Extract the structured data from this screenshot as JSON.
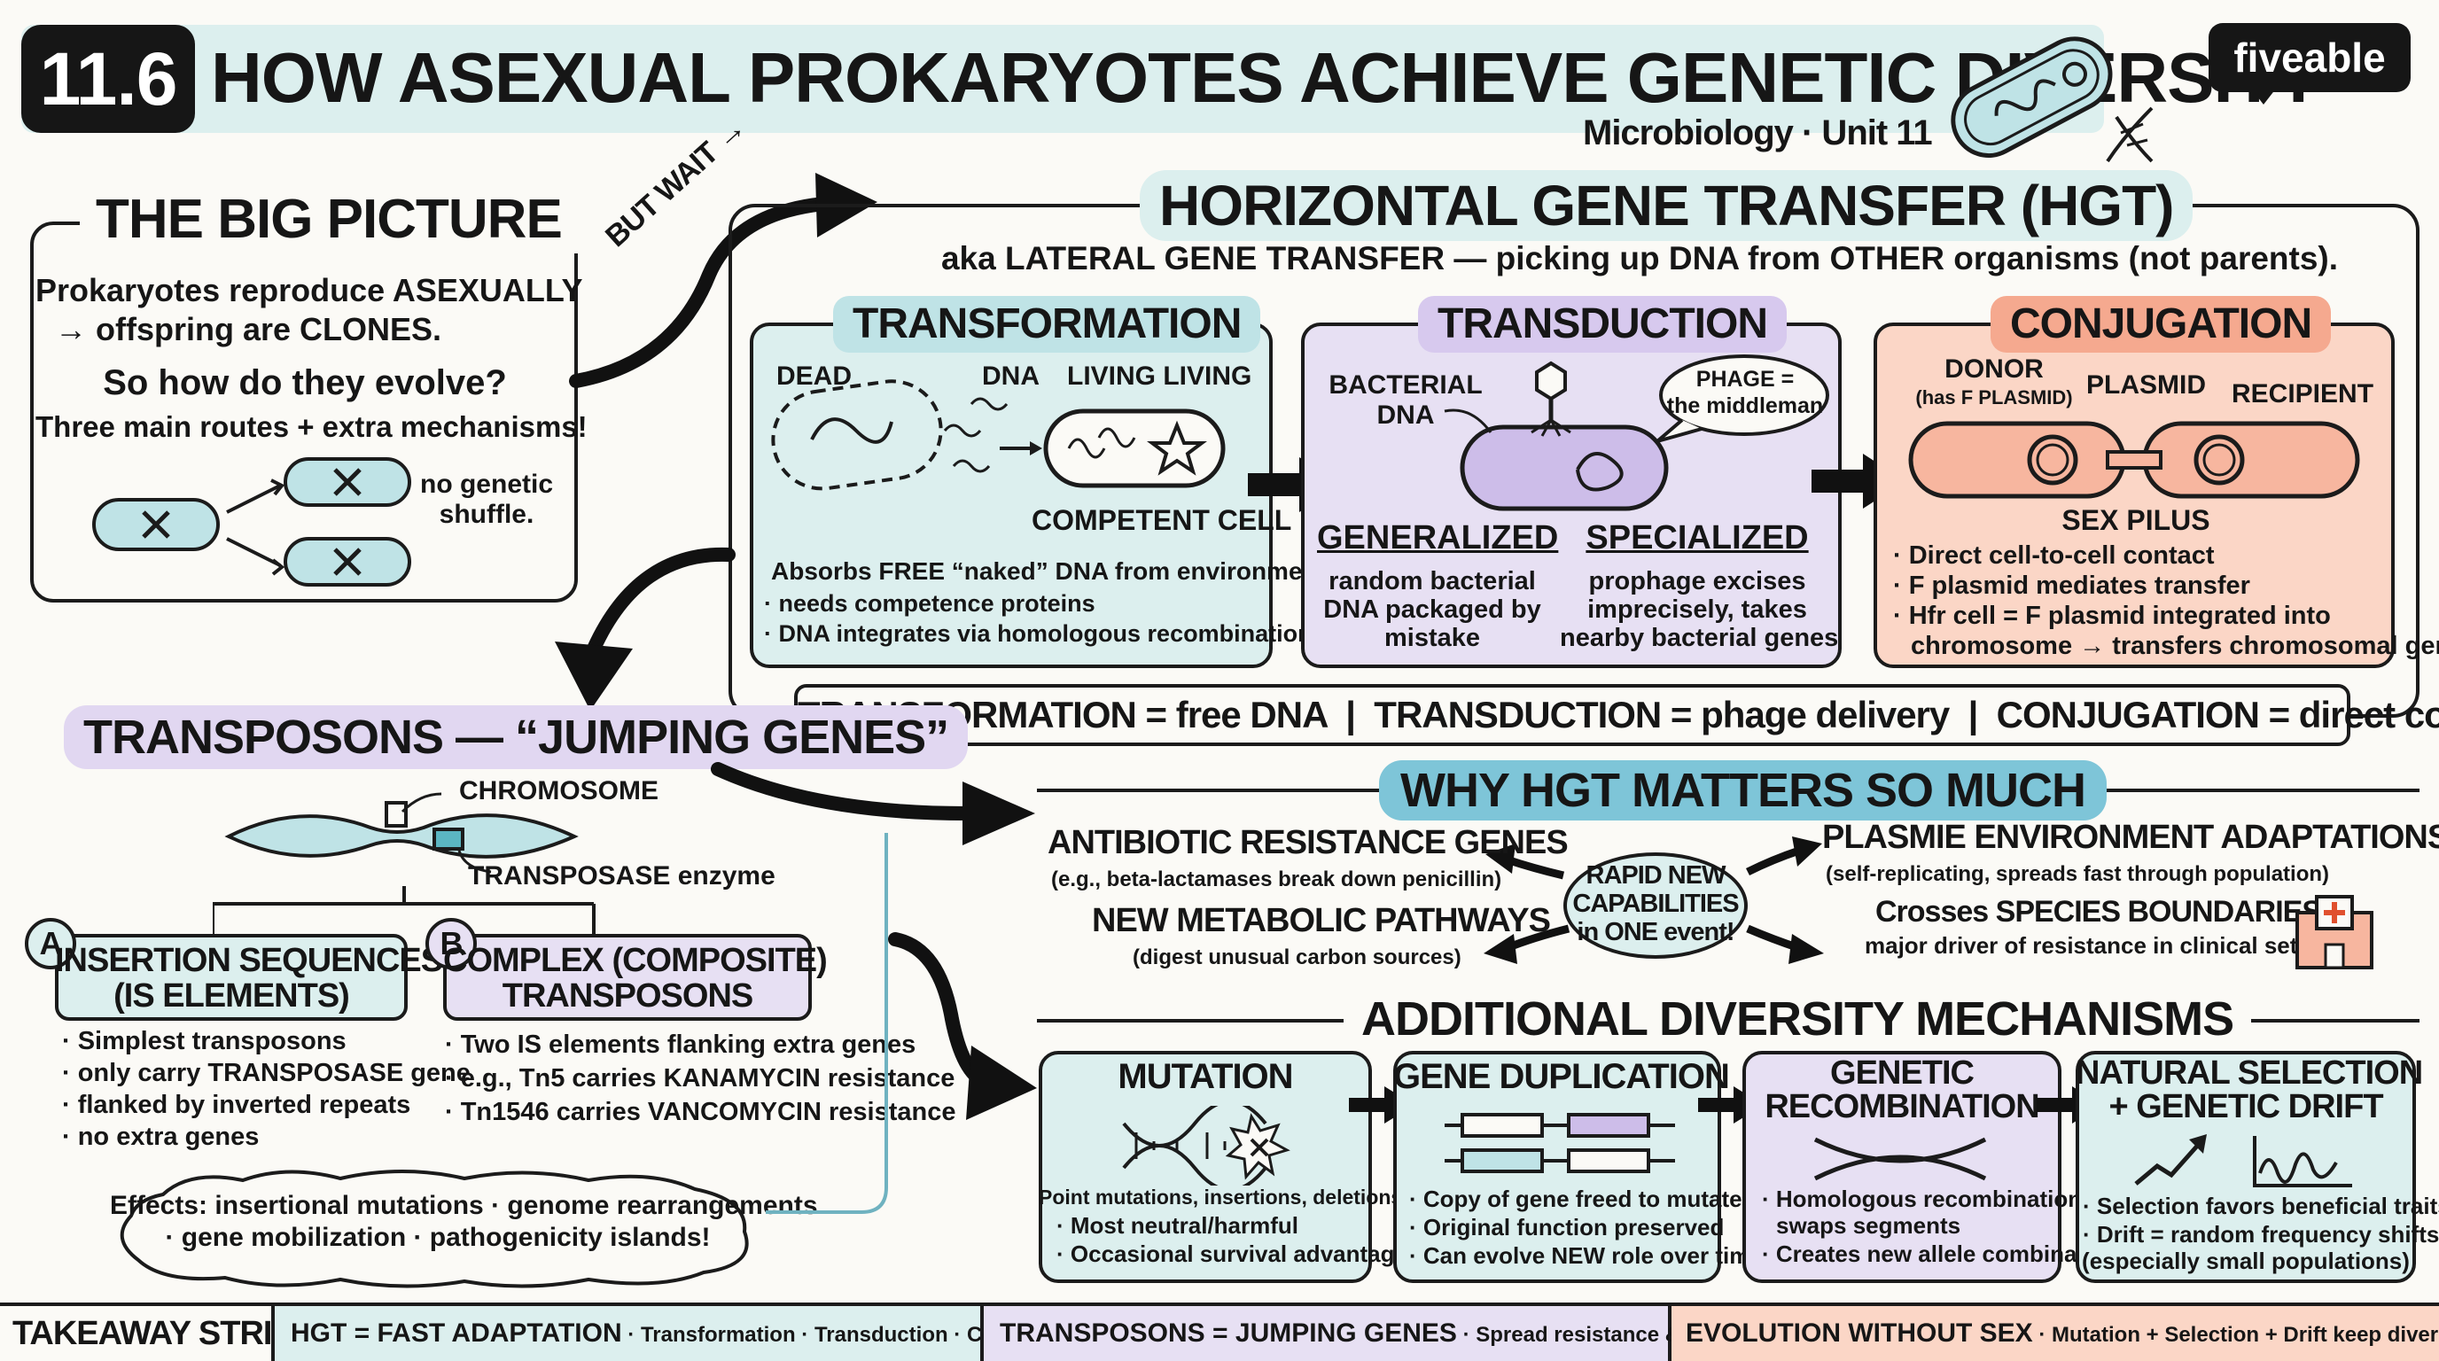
{
  "header": {
    "badge": "11.6",
    "title": "HOW ASEXUAL PROKARYOTES ACHIEVE GENETIC DIVERSITY",
    "subtitle": "Microbiology · Unit 11",
    "logo": "fiveable"
  },
  "big_picture": {
    "title": "THE BIG PICTURE",
    "line1": "Prokaryotes reproduce ASEXUALLY",
    "line2": "→ offspring are CLONES.",
    "line3": "So how do they evolve?",
    "line4": "Three main routes + extra mechanisms!",
    "note": "no genetic shuffle.",
    "arrow_label": "BUT WAIT →"
  },
  "hgt": {
    "title": "HORIZONTAL GENE TRANSFER (HGT)",
    "subtitle": "aka LATERAL GENE TRANSFER — picking up DNA from OTHER organisms (not parents).",
    "transformation": {
      "title": "TRANSFORMATION",
      "label_dead": "DEAD",
      "label_dna": "DNA",
      "label_living": "LIVING LIVING",
      "label_competent": "COMPETENT CELL",
      "desc": "Absorbs FREE “naked” DNA from environment",
      "bullets": [
        "· needs competence proteins",
        "· DNA integrates via homologous recombination"
      ]
    },
    "transduction": {
      "title": "TRANSDUCTION",
      "label_bacterial": "BACTERIAL",
      "label_dna": "DNA",
      "bubble_line1": "PHAGE =",
      "bubble_line2": "the middleman",
      "generalized_title": "GENERALIZED",
      "generalized_desc": [
        "random bacterial",
        "DNA packaged by",
        "mistake"
      ],
      "specialized_title": "SPECIALIZED",
      "specialized_desc": [
        "prophage excises",
        "imprecisely, takes",
        "nearby bacterial genes"
      ]
    },
    "conjugation": {
      "title": "CONJUGATION",
      "label_donor": "DONOR",
      "label_donor_sub": "(has F PLASMID)",
      "label_plasmid": "PLASMID",
      "label_recipient": "RECIPIENT",
      "label_pilus": "SEX PILUS",
      "bullets": [
        "· Direct cell-to-cell contact",
        "· F plasmid mediates transfer",
        "· Hfr cell = F plasmid integrated into",
        "chromosome → transfers chromosomal genes"
      ]
    },
    "summary": "TRANSFORMATION = free DNA  |  TRANSDUCTION = phage delivery  |  CONJUGATION = direct contact"
  },
  "transposons": {
    "title": "TRANSPOSONS — “JUMPING GENES”",
    "label_chromosome": "CHROMOSOME",
    "label_transposase": "TRANSPOSASE enzyme",
    "a": {
      "letter": "A",
      "title_line1": "INSERTION SEQUENCES",
      "title_line2": "(IS ELEMENTS)",
      "bullets": [
        "· Simplest transposons",
        "· only carry TRANSPOSASE gene",
        "· flanked by inverted repeats",
        "· no extra genes"
      ]
    },
    "b": {
      "letter": "B",
      "title_line1": "COMPLEX (COMPOSITE)",
      "title_line2": "TRANSPOSONS",
      "bullets": [
        "· Two IS elements flanking extra genes",
        "· e.g., Tn5 carries KANAMYCIN resistance",
        "· Tn1546 carries VANCOMYCIN resistance"
      ]
    },
    "effects_line1": "Effects: insertional mutations · genome rearrangements",
    "effects_line2": "· gene mobilization · pathogenicity islands!"
  },
  "why": {
    "title": "WHY HGT MATTERS SO MUCH",
    "center_line1": "RAPID NEW",
    "center_line2": "CAPABILITIES",
    "center_line3": "in ONE event!",
    "ar_title": "ANTIBIOTIC RESISTANCE GENES",
    "ar_sub": "(e.g., beta-lactamases break down penicillin)",
    "mp_title": "NEW METABOLIC PATHWAYS",
    "mp_sub": "(digest unusual carbon sources)",
    "pe_title": "PLASMIE ENVIRONMENT ADAPTATIONS",
    "pe_sub": "(self-replicating, spreads fast through population)",
    "cs_title": "Crosses SPECIES BOUNDARIES →",
    "cs_sub": "major driver of resistance in clinical settings"
  },
  "additional": {
    "title": "ADDITIONAL DIVERSITY MECHANISMS",
    "mutation": {
      "title": "MUTATION",
      "line1": "Point mutations, insertions, deletions",
      "bullets": [
        "· Most neutral/harmful",
        "· Occasional survival advantage"
      ]
    },
    "duplication": {
      "title": "GENE DUPLICATION",
      "bullets": [
        "· Copy of gene freed to mutate",
        "· Original function preserved",
        "· Can evolve NEW role over time"
      ]
    },
    "recombination": {
      "title_line1": "GENETIC",
      "title_line2": "RECOMBINATION",
      "bullets": [
        "· Homologous recombination",
        "swaps segments",
        "· Creates new allele combinations"
      ]
    },
    "selection": {
      "title_line1": "NATURAL SELECTION",
      "title_line2": "+ GENETIC DRIFT",
      "bullets": [
        "· Selection favors beneficial traits",
        "· Drift = random frequency shifts",
        "(especially small populations)"
      ]
    }
  },
  "takeaway": {
    "label": "TAKEAWAY STRIP",
    "s1_bold": "HGT = FAST ADAPTATION",
    "s1_rest": " · Transformation · Transduction · Conjugation",
    "s2_bold": "TRANSPOSONS = JUMPING GENES",
    "s2_rest": " · Spread resistance & virulence",
    "s3_bold": "EVOLUTION WITHOUT SEX",
    "s3_rest": " · Mutation + Selection + Drift keep diversity alive"
  },
  "colors": {
    "teal": "#dcefee",
    "lavender": "#e7e0f3",
    "peach": "#fbd6c6",
    "ink": "#1b1b1b"
  }
}
